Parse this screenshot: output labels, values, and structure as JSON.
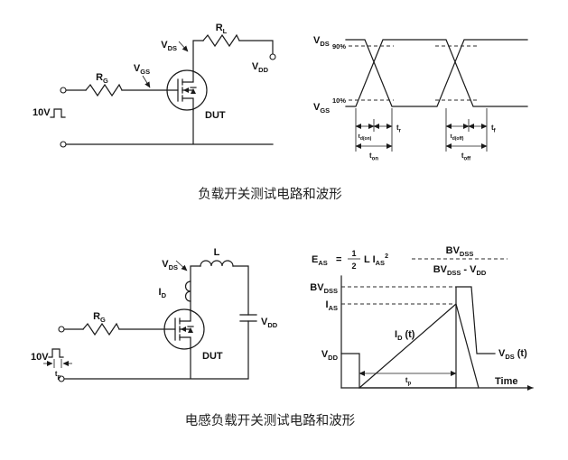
{
  "captions": {
    "top": "负载开关测试电路和波形",
    "bottom": "电感负载开关测试电路和波形"
  },
  "switch_circuit": {
    "pulse_source": "10V",
    "rg": {
      "b": "R",
      "s": "G"
    },
    "vgs": {
      "b": "V",
      "s": "GS"
    },
    "vds": {
      "b": "V",
      "s": "DS"
    },
    "rl": {
      "b": "R",
      "s": "L"
    },
    "vdd": {
      "b": "V",
      "s": "DD"
    },
    "dut": "DUT"
  },
  "switch_waveform": {
    "vds": {
      "b": "V",
      "s": "DS"
    },
    "vgs": {
      "b": "V",
      "s": "GS"
    },
    "p90": "90%",
    "p10": "10%",
    "td_on": {
      "b": "t",
      "s": "d(on)"
    },
    "tr": {
      "b": "t",
      "s": "r"
    },
    "ton": {
      "b": "t",
      "s": "on"
    },
    "td_off": {
      "b": "t",
      "s": "d(off)"
    },
    "tf": {
      "b": "t",
      "s": "f"
    },
    "toff": {
      "b": "t",
      "s": "off"
    }
  },
  "inductive_circuit": {
    "pulse_source": "10V",
    "tp": {
      "b": "t",
      "s": "p"
    },
    "rg": {
      "b": "R",
      "s": "G"
    },
    "vds": {
      "b": "V",
      "s": "DS"
    },
    "id": {
      "b": "I",
      "s": "D"
    },
    "inductor": "L",
    "vdd": {
      "b": "V",
      "s": "DD"
    },
    "dut": "DUT"
  },
  "inductive_waveform": {
    "equation": {
      "e": "E",
      "e_sub": "AS",
      "eq": "=",
      "half_num": "1",
      "half_den": "2",
      "li": "L I",
      "li_sub": "AS",
      "li_sup": "2",
      "num": {
        "b": "BV",
        "s": "DSS"
      },
      "den1": {
        "b": "BV",
        "s": "DSS"
      },
      "den_minus": "-",
      "den2": {
        "b": "V",
        "s": "DD"
      }
    },
    "bvdss": {
      "b": "BV",
      "s": "DSS"
    },
    "ias": {
      "b": "I",
      "s": "AS"
    },
    "vdd": {
      "b": "V",
      "s": "DD"
    },
    "id_t": {
      "b": "I",
      "s": "D",
      "suf": "(t)"
    },
    "vds_t": {
      "b": "V",
      "s": "DS",
      "suf": "(t)"
    },
    "tp": {
      "b": "t",
      "s": "p"
    },
    "time": "Time"
  }
}
